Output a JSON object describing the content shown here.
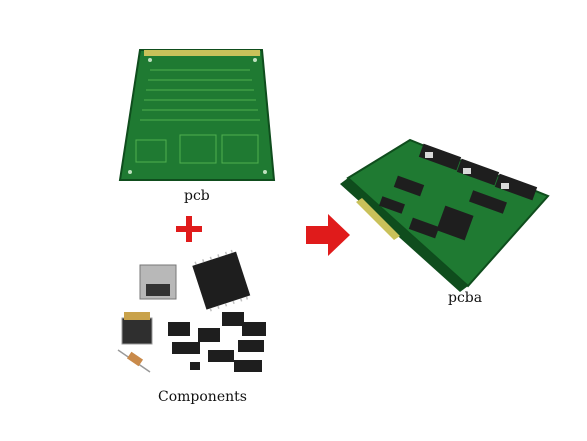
{
  "labels": {
    "pcb": "pcb",
    "plus": "+",
    "components": "Components",
    "pcba": "pcba"
  },
  "colors": {
    "board_green": "#1f7a32",
    "board_dark": "#0f4d1d",
    "trace": "#4fb04f",
    "arrow_red": "#e01b1b",
    "plus_red": "#e01b1b",
    "chip_black": "#1e1e1e"
  },
  "icons": [
    "pcb-board",
    "plus-sign",
    "components-group",
    "arrow-right",
    "pcba-board"
  ]
}
